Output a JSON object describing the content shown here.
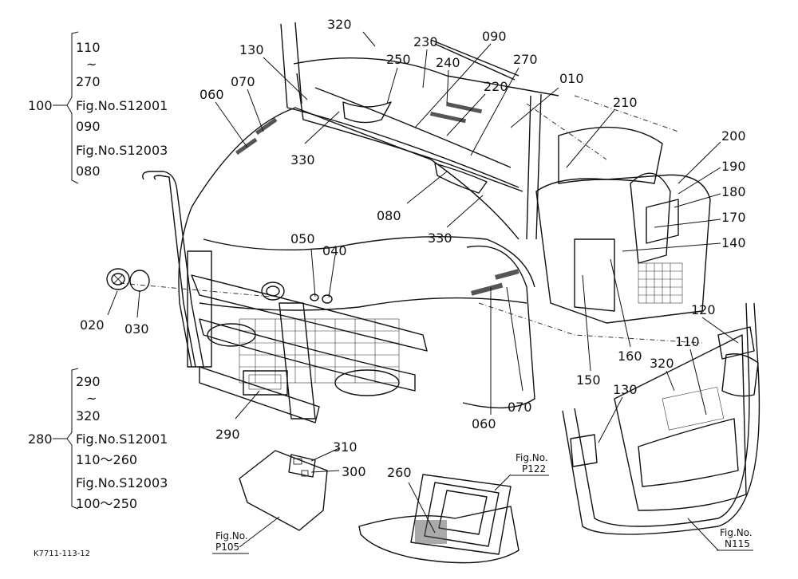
{
  "callouts": {
    "c320_top": "320",
    "c250": "250",
    "c230": "230",
    "c090": "090",
    "c240": "240",
    "c270": "270",
    "c010": "010",
    "c220": "220",
    "c210": "210",
    "c130_top": "130",
    "c070_left": "070",
    "c060_left": "060",
    "c330_left": "330",
    "c080": "080",
    "c330_mid": "330",
    "c200": "200",
    "c190": "190",
    "c180": "180",
    "c170": "170",
    "c140": "140",
    "c050": "050",
    "c040": "040",
    "c020": "020",
    "c030": "030",
    "c060_mid": "060",
    "c070_mid": "070",
    "c150": "150",
    "c160": "160",
    "c120": "120",
    "c110": "110",
    "c320_door": "320",
    "c130_door": "130",
    "c290": "290",
    "c310": "310",
    "c300": "300",
    "c260": "260"
  },
  "group100": {
    "number": "100",
    "lines": [
      "110",
      "~",
      "270",
      "Fig.No.S12001",
      "090",
      "Fig.No.S12003",
      "080"
    ]
  },
  "group280": {
    "number": "280",
    "lines": [
      "290",
      "~",
      "320",
      "Fig.No.S12001",
      "110～260",
      "Fig.No.S12003",
      "100～250"
    ]
  },
  "figrefs": {
    "p122": {
      "line1": "Fig.No.",
      "line2": "P122"
    },
    "p105": {
      "line1": "Fig.No.",
      "line2": "P105"
    },
    "n115": {
      "line1": "Fig.No.",
      "line2": "N115"
    }
  },
  "drawing_code": "K7711-113-12"
}
